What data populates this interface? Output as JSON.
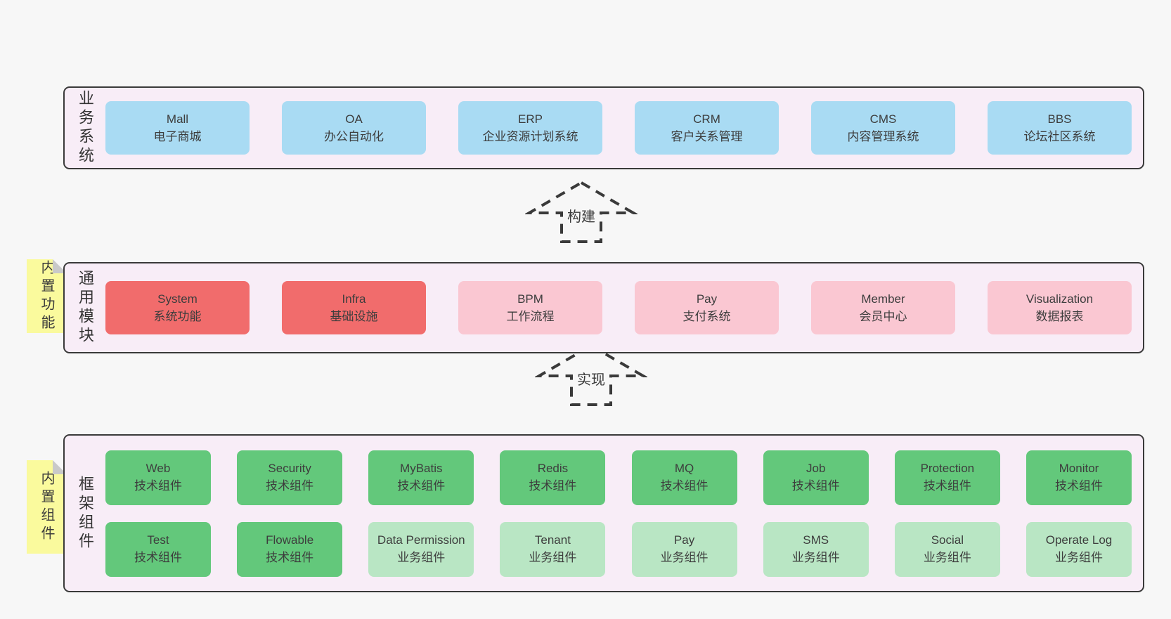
{
  "palette": {
    "page_bg": "#f7f7f7",
    "band_bg": "#f8edf7",
    "band_border": "#3a3a3a",
    "blue": "#a9dbf3",
    "red": "#f16c6c",
    "pink": "#fac7d2",
    "green": "#63c87b",
    "light_green": "#b9e6c4",
    "note_yellow": "#fafa9d",
    "note_fold": "#c9c9c9",
    "text": "#3d3d3d"
  },
  "bands": {
    "business": {
      "label": "业务系统",
      "boxes": [
        {
          "name": "Mall",
          "desc": "电子商城",
          "variant": "blue"
        },
        {
          "name": "OA",
          "desc": "办公自动化",
          "variant": "blue"
        },
        {
          "name": "ERP",
          "desc": "企业资源计划系统",
          "variant": "blue"
        },
        {
          "name": "CRM",
          "desc": "客户关系管理",
          "variant": "blue"
        },
        {
          "name": "CMS",
          "desc": "内容管理系统",
          "variant": "blue"
        },
        {
          "name": "BBS",
          "desc": "论坛社区系统",
          "variant": "blue"
        }
      ]
    },
    "modules": {
      "label": "通用模块",
      "note": "内置功能",
      "boxes": [
        {
          "name": "System",
          "desc": "系统功能",
          "variant": "red"
        },
        {
          "name": "Infra",
          "desc": "基础设施",
          "variant": "red"
        },
        {
          "name": "BPM",
          "desc": "工作流程",
          "variant": "pink"
        },
        {
          "name": "Pay",
          "desc": "支付系统",
          "variant": "pink"
        },
        {
          "name": "Member",
          "desc": "会员中心",
          "variant": "pink"
        },
        {
          "name": "Visualization",
          "desc": "数据报表",
          "variant": "pink"
        }
      ]
    },
    "components": {
      "label": "框架组件",
      "note": "内置组件",
      "row1": [
        {
          "name": "Web",
          "desc": "技术组件",
          "variant": "green"
        },
        {
          "name": "Security",
          "desc": "技术组件",
          "variant": "green"
        },
        {
          "name": "MyBatis",
          "desc": "技术组件",
          "variant": "green"
        },
        {
          "name": "Redis",
          "desc": "技术组件",
          "variant": "green"
        },
        {
          "name": "MQ",
          "desc": "技术组件",
          "variant": "green"
        },
        {
          "name": "Job",
          "desc": "技术组件",
          "variant": "green"
        },
        {
          "name": "Protection",
          "desc": "技术组件",
          "variant": "green"
        },
        {
          "name": "Monitor",
          "desc": "技术组件",
          "variant": "green"
        }
      ],
      "row2": [
        {
          "name": "Test",
          "desc": "技术组件",
          "variant": "green"
        },
        {
          "name": "Flowable",
          "desc": "技术组件",
          "variant": "green"
        },
        {
          "name": "Data Permission",
          "desc": "业务组件",
          "variant": "light_green"
        },
        {
          "name": "Tenant",
          "desc": "业务组件",
          "variant": "light_green"
        },
        {
          "name": "Pay",
          "desc": "业务组件",
          "variant": "light_green"
        },
        {
          "name": "SMS",
          "desc": "业务组件",
          "variant": "light_green"
        },
        {
          "name": "Social",
          "desc": "业务组件",
          "variant": "light_green"
        },
        {
          "name": "Operate Log",
          "desc": "业务组件",
          "variant": "light_green"
        }
      ]
    }
  },
  "arrows": [
    {
      "label": "构建"
    },
    {
      "label": "实现"
    }
  ]
}
